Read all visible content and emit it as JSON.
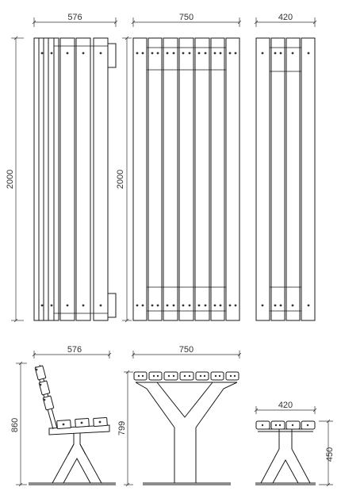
{
  "dimensions": {
    "top_left_width": "576",
    "top_mid_width": "750",
    "top_right_width": "420",
    "plan_height_left": "2000",
    "plan_height_mid": "2000",
    "bottom_left_width": "576",
    "bottom_mid_width": "750",
    "bottom_left_height": "860",
    "bottom_mid_height": "799",
    "bottom_right_width": "420",
    "bottom_right_height": "450"
  },
  "colors": {
    "line": "#1a1a1a",
    "background": "#ffffff"
  }
}
